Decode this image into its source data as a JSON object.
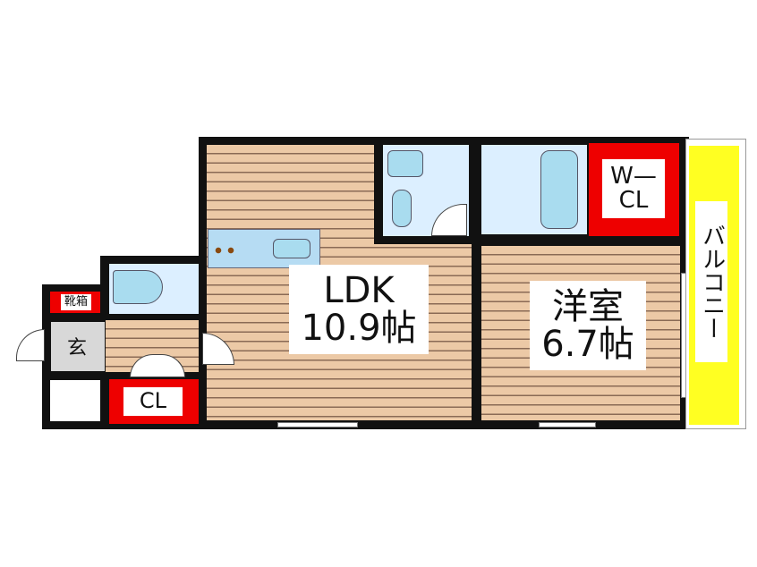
{
  "rooms": {
    "ldk": {
      "name": "LDK",
      "size": "10.9帖"
    },
    "western": {
      "name": "洋室",
      "size": "6.7帖"
    },
    "wcl": {
      "line1": "W—",
      "line2": "CL"
    },
    "cl": "CL",
    "shoebox": "靴箱",
    "entrance": "玄",
    "balcony": "バルコニー"
  },
  "colors": {
    "storage": "#ee0000",
    "balcony": "#ffff22",
    "floor": "#ecc9a6",
    "wet": "#dcefff"
  }
}
